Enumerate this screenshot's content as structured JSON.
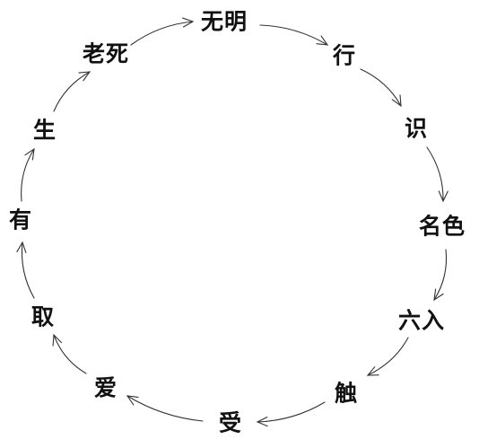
{
  "diagram": {
    "nodes": [
      {
        "id": "n1",
        "label": "无明"
      },
      {
        "id": "n2",
        "label": "行"
      },
      {
        "id": "n3",
        "label": "识"
      },
      {
        "id": "n4",
        "label": "名色"
      },
      {
        "id": "n5",
        "label": "六入"
      },
      {
        "id": "n6",
        "label": "触"
      },
      {
        "id": "n7",
        "label": "受"
      },
      {
        "id": "n8",
        "label": "爱"
      },
      {
        "id": "n9",
        "label": "取"
      },
      {
        "id": "n10",
        "label": "有"
      },
      {
        "id": "n11",
        "label": "生"
      },
      {
        "id": "n12",
        "label": "老死"
      }
    ],
    "direction": "clockwise",
    "colors": {
      "ink": "#111111",
      "arrow": "#333333",
      "background": "#ffffff"
    }
  }
}
